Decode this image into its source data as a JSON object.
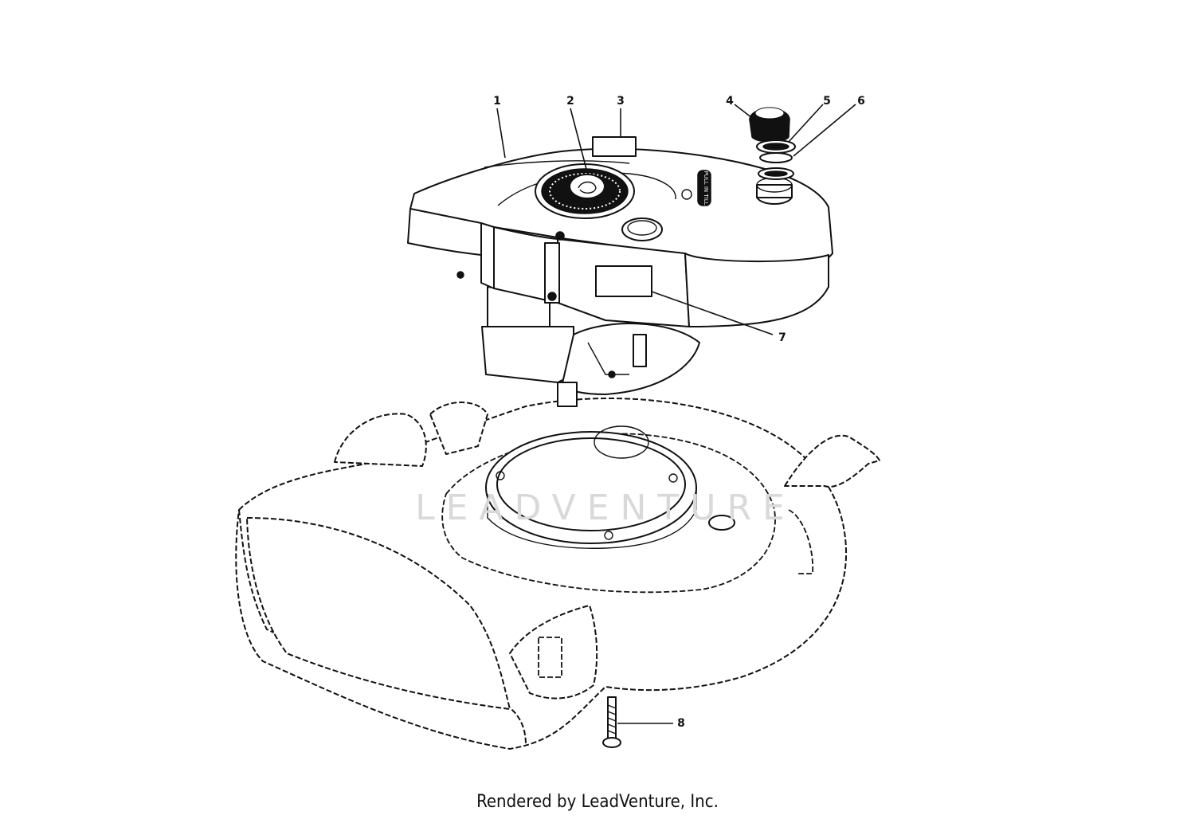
{
  "diagram": {
    "callouts": [
      {
        "id": "1",
        "label": "1"
      },
      {
        "id": "2",
        "label": "2"
      },
      {
        "id": "3",
        "label": "3"
      },
      {
        "id": "4",
        "label": "4"
      },
      {
        "id": "5",
        "label": "5"
      },
      {
        "id": "6",
        "label": "6"
      },
      {
        "id": "7",
        "label": "7"
      },
      {
        "id": "8",
        "label": "8"
      }
    ],
    "engine_decal_text": "PULL IN TILL",
    "watermark": "LEADVENTURE"
  },
  "footer": {
    "text": "Rendered by LeadVenture, Inc."
  }
}
